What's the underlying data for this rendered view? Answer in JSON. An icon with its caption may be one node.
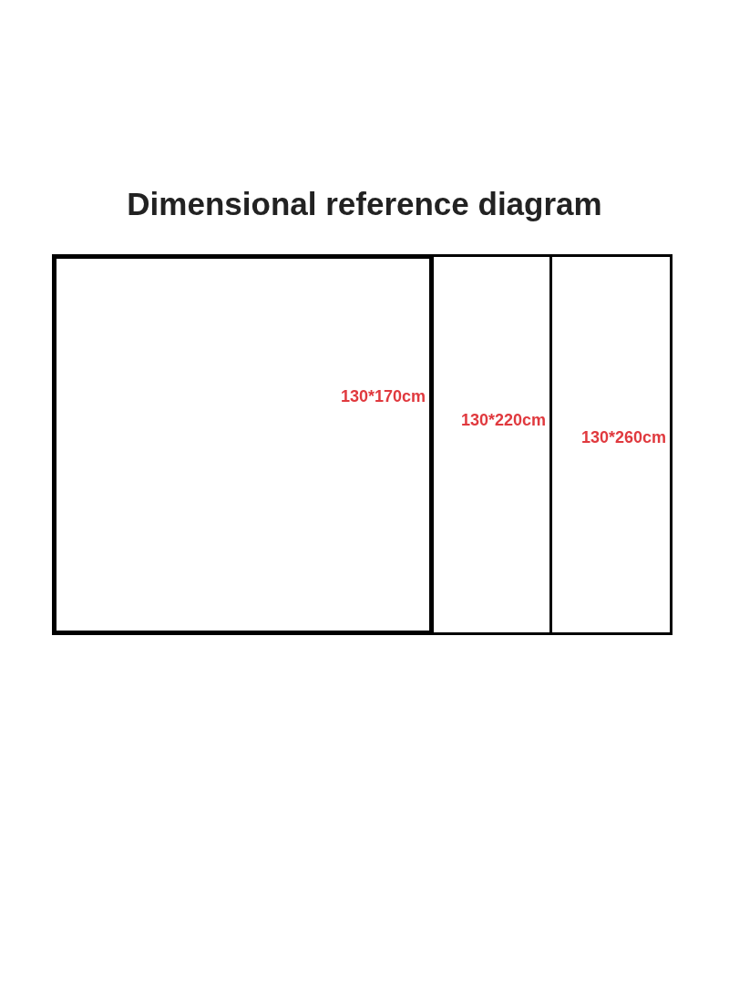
{
  "diagram": {
    "title": "Dimensional reference diagram",
    "nodes": [
      {
        "text": [
          "130*260cm"
        ]
      },
      {
        "text": [
          "130*220cm"
        ],
        "in": 0
      },
      {
        "text": [
          "130*170cm"
        ],
        "in": 1
      }
    ]
  }
}
